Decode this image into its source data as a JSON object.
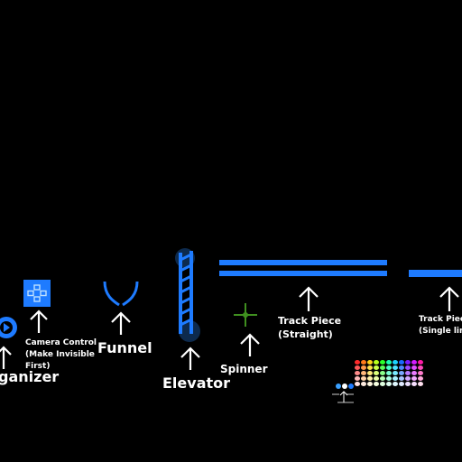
{
  "legend": {
    "organizer": "ganizer",
    "camera_control_line1": "Camera Control",
    "camera_control_line2": "(Make Invisible",
    "camera_control_line3": "First)",
    "funnel": "Funnel",
    "elevator": "Elevator",
    "spinner": "Spinner",
    "track_straight_line1": "Track Piece",
    "track_straight_line2": "(Straight)",
    "track_single_line1": "Track Piece",
    "track_single_line2": "(Single line)"
  },
  "colors": {
    "accent": "#1e7bff",
    "spinner": "#3f8f1f",
    "elevator_shadow": "#0d2a4d",
    "background": "#000000"
  },
  "icons": {
    "camera": "camera-control-icon",
    "funnel": "funnel-icon",
    "elevator": "elevator-icon",
    "spinner": "spinner-cross-icon",
    "organizer": "organizer-icon"
  },
  "palette_colors": [
    "#ff2a2a",
    "#ff7a1a",
    "#ffd21a",
    "#b8ff1a",
    "#2aff2a",
    "#1affb0",
    "#1ad2ff",
    "#1a6aff",
    "#7a1aff",
    "#d21aff",
    "#ff1aa8",
    "#ff5a5a",
    "#ff9a4a",
    "#ffe04a",
    "#ccff4a",
    "#5aff5a",
    "#4affc4",
    "#4ae0ff",
    "#4a8aff",
    "#9a4aff",
    "#e04aff",
    "#ff4abc",
    "#ff8a8a",
    "#ffb87a",
    "#ffea7a",
    "#dcff7a",
    "#8aff8a",
    "#7affd4",
    "#7aeaff",
    "#7aa8ff",
    "#b87aff",
    "#ea7aff",
    "#ff7acc",
    "#ffbaba",
    "#ffd4aa",
    "#fff2aa",
    "#ecffaa",
    "#baffba",
    "#aaffe4",
    "#aaf2ff",
    "#aac6ff",
    "#d4aaff",
    "#f2aaff",
    "#ffaadc",
    "#ffe0e0",
    "#ffece0",
    "#fff8e0",
    "#f6ffe0",
    "#e0ffe0",
    "#e0fff4",
    "#e0f8ff",
    "#e0eaff",
    "#ece0ff",
    "#f8e0ff",
    "#ffe0f0"
  ],
  "mini_palette": [
    "#3aa0ff",
    "#ffffff",
    "#1e7bff"
  ]
}
